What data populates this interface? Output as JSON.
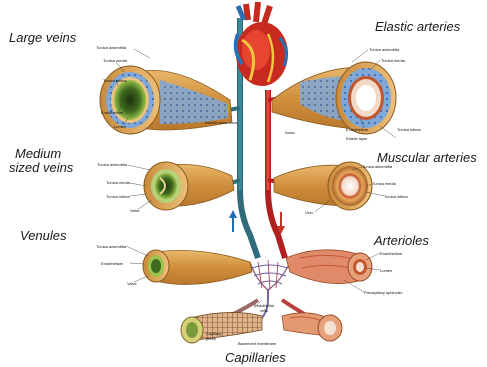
{
  "titles": {
    "large_veins": "Large veins",
    "elastic_arteries": "Elastic arteries",
    "medium_veins_line1": "Medium",
    "medium_veins_line2": "sized veins",
    "muscular_arteries": "Muscular arteries",
    "venules": "Venules",
    "arterioles": "Arterioles",
    "capillaries": "Capillaries"
  },
  "small_labels": {
    "lv_tunica_adventitia": "Tunica adventitia",
    "lv_tunica_media": "Tunica media",
    "lv_tunica_intima": "Tunica intima",
    "lv_endothelium": "Endothelium",
    "lv_lumen": "Lumen",
    "inferior_vena_cava": "Inferior vena cava",
    "ea_tunica_adventitia": "Tunica adventitia",
    "ea_tunica_media": "Tunica media",
    "ea_endothelium": "Endothelium",
    "ea_tunica_intima": "Tunica intima",
    "ea_elastic_layer": "Elastic layer",
    "aorta": "Aorta",
    "mv_tunica_adventitia": "Tunica adventitia",
    "mv_tunica_media": "Tunica media",
    "mv_tunica_intima": "Tunica intima",
    "mv_valve": "Valve",
    "ma_tunica_adventitia": "Tunica adventitia",
    "ma_tunica_media": "Tunica media",
    "ma_tunica_intima": "Tunica intima",
    "ma_vein": "Vein",
    "vn_tunica_adventitia": "Tunica adventitia",
    "vn_endothelium": "Endothelium",
    "vn_valve": "Valve",
    "ar_endothelium": "Endothelium",
    "ar_lumen": "Lumen",
    "ar_precapillary_sphincter": "Precapillary sphincter",
    "cap_endothelial_cells": "Endothelial cells",
    "cap_capillary_pores": "Capillary pores",
    "cap_basement_membrane": "Basement membrane"
  },
  "colors": {
    "vein_blue": "#1f6fb0",
    "artery_red": "#c8322a",
    "vessel_tan": "#d99a4a",
    "vessel_dark": "#8a5a22",
    "lumen_green": "#3a5a1e",
    "media_blue": "#7fa8d8"
  },
  "icons": {
    "heart": "heart-icon",
    "arrow_up": "arrow-up-icon",
    "arrow_down": "arrow-down-icon"
  }
}
